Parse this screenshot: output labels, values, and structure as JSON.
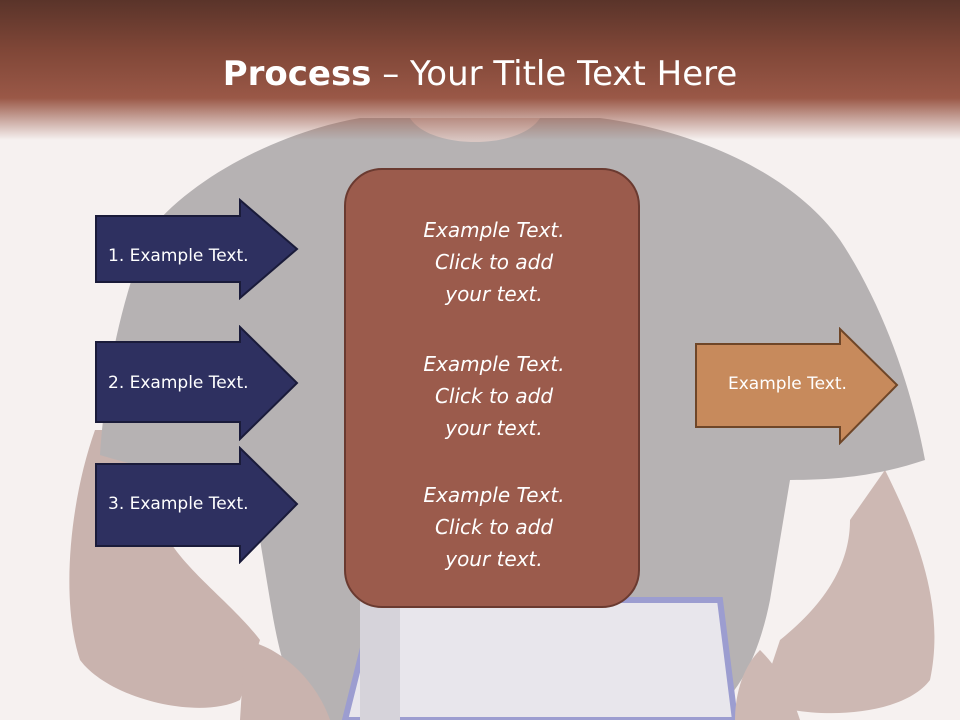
{
  "title": {
    "bold": "Process",
    "rest": " – Your Title Text Here"
  },
  "left_arrows": [
    {
      "label": "1. Example Text."
    },
    {
      "label": "2. Example Text."
    },
    {
      "label": "3. Example Text."
    }
  ],
  "center_blocks": [
    {
      "line1": "Example Text.",
      "line2": "Click  to add",
      "line3": "your text."
    },
    {
      "line1": "Example Text.",
      "line2": "Click  to add",
      "line3": "your text."
    },
    {
      "line1": "Example Text.",
      "line2": "Click  to add",
      "line3": "your text."
    }
  ],
  "right_arrow": {
    "label": "Example Text."
  },
  "colors": {
    "title_band": "#8c4b3c",
    "left_arrow_fill": "#2e3060",
    "center_box_fill": "#9b5b4c",
    "right_arrow_fill": "#c78a5c"
  }
}
